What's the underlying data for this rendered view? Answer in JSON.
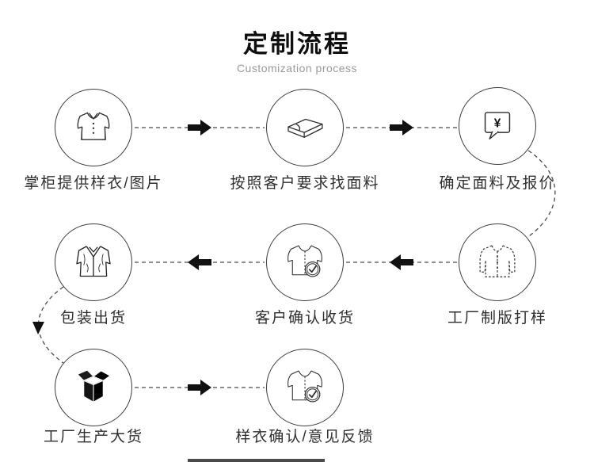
{
  "header": {
    "title": "定制流程",
    "subtitle": "Customization process"
  },
  "steps": [
    {
      "label": "掌柜提供样衣/图片",
      "icon": "shirt"
    },
    {
      "label": "按照客户要求找面料",
      "icon": "fabric-layers"
    },
    {
      "label": "确定面料及报价",
      "icon": "price-speech-bubble"
    },
    {
      "label": "工厂制版打样",
      "icon": "pattern-shirt"
    },
    {
      "label": "客户确认收货",
      "icon": "shirt-check"
    },
    {
      "label": "包装出货",
      "icon": "jacket"
    },
    {
      "label": "工厂生产大货",
      "icon": "open-box"
    },
    {
      "label": "样衣确认/意见反馈",
      "icon": "shirt-check"
    }
  ],
  "icons": {
    "currency_symbol": "¥"
  },
  "colors": {
    "title": "#0f0f0f",
    "label": "#2f2f2f",
    "subtitle": "#9a9a9a",
    "circle_border": "#3c3c3c",
    "dash_line": "#4a4a4a",
    "arrow": "#111111",
    "background": "#ffffff"
  }
}
